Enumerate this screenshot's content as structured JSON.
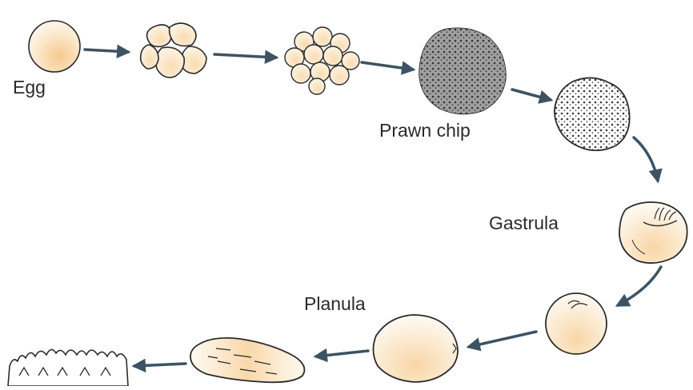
{
  "labels": {
    "egg": "Egg",
    "prawn_chip": "Prawn chip",
    "gastrula": "Gastrula",
    "planula": "Planula"
  },
  "colors": {
    "outline": "#2b2b2b",
    "arrow": "#3d5363",
    "cell_light": "#fff7ea",
    "cell_warm": "#f6c98e",
    "dark_cell": "#1f1f1f"
  }
}
